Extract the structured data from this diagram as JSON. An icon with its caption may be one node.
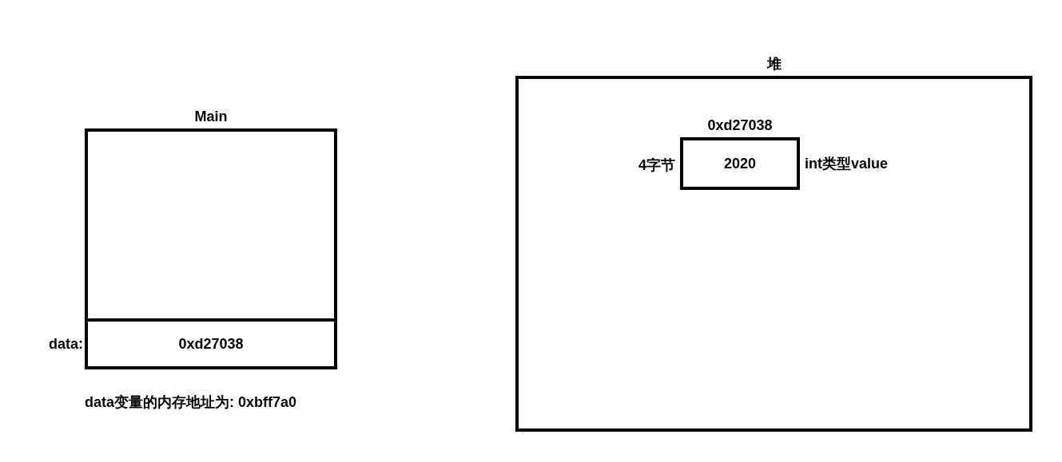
{
  "diagram": {
    "nodes": [
      {
        "text": [
          "Main"
        ]
      },
      {
        "text": [
          "0xd27038"
        ],
        "beside": [
          "data:"
        ],
        "in": 0
      },
      {
        "text": [
          "堆"
        ]
      },
      {
        "text": [
          "0xd27038",
          "2020"
        ],
        "beside": [
          "4字节",
          "int类型value"
        ],
        "in": 2
      }
    ],
    "labels": [
      "data变量的内存地址为: 0xbff7a0"
    ]
  }
}
